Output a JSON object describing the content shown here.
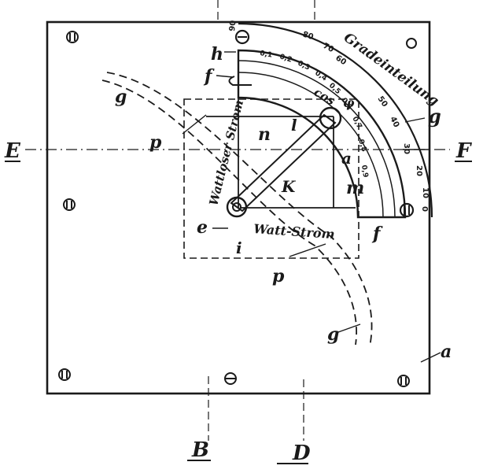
{
  "figure": {
    "labels": {
      "a_plate": "a",
      "a_bar": "a",
      "b": "B",
      "d": "D",
      "e_pivot": "e",
      "e_left": "E",
      "f_right": "F",
      "f_upper": "f",
      "f_lower": "f",
      "g_right": "g",
      "g_left": "g",
      "g_lower": "g",
      "h": "h",
      "i": "i",
      "k": "K",
      "l": "l",
      "m": "m",
      "n": "n",
      "p_left": "p",
      "p_lower": "p"
    },
    "words": {
      "gradeinteilung": "Gradeinteilung",
      "wattloser_strom": "Wattloser Strom",
      "watt_strom": "Watt-Strom",
      "cos": "cos",
      "phi": "φ"
    },
    "inner_scale_ticks": [
      "0,1",
      "0,2",
      "0,3",
      "0,4",
      "0,5",
      "0,6",
      "0,7",
      "0,8",
      "0,9"
    ],
    "outer_scale_ticks": [
      "90",
      "80",
      "70",
      "60",
      "50",
      "40",
      "30",
      "20",
      "10",
      "0"
    ]
  }
}
